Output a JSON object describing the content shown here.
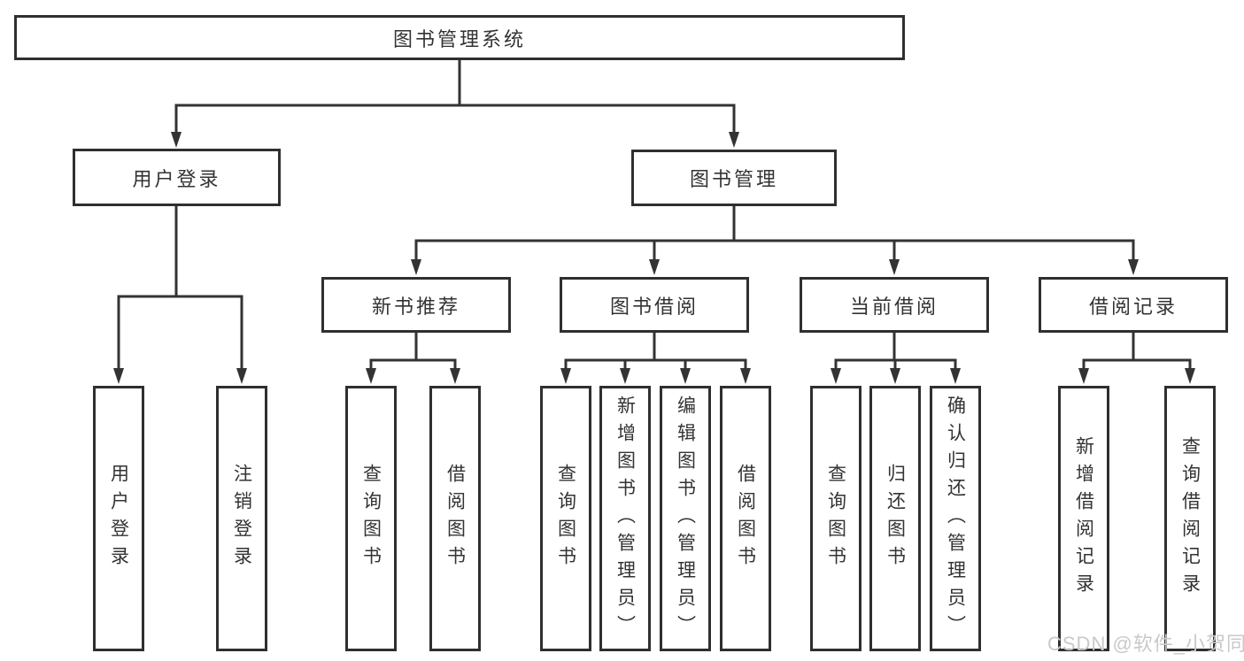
{
  "colors": {
    "background": "#ffffff",
    "line_color": "#333333",
    "box_border_color": "#2f2f2f",
    "text_color": "#333333",
    "watermark_color": "#c9c9c9"
  },
  "watermark": {
    "text": "CSDN @软件_小贺同学"
  },
  "diagram": {
    "type": "hierarchy-tree",
    "root": {
      "label": "图书管理系统",
      "children": [
        {
          "label": "用户登录",
          "children": [
            {
              "label": "用户登录"
            },
            {
              "label": "注销登录"
            }
          ]
        },
        {
          "label": "图书管理",
          "children": [
            {
              "label": "新书推荐",
              "children": [
                {
                  "label": "查询图书"
                },
                {
                  "label": "借阅图书"
                }
              ]
            },
            {
              "label": "图书借阅",
              "children": [
                {
                  "label": "查询图书"
                },
                {
                  "label": "新增图书（管理员）"
                },
                {
                  "label": "编辑图书（管理员）"
                },
                {
                  "label": "借阅图书"
                }
              ]
            },
            {
              "label": "当前借阅",
              "children": [
                {
                  "label": "查询图书"
                },
                {
                  "label": "归还图书"
                },
                {
                  "label": "确认归还（管理员）"
                }
              ]
            },
            {
              "label": "借阅记录",
              "children": [
                {
                  "label": "新增借阅记录"
                },
                {
                  "label": "查询借阅记录"
                }
              ]
            }
          ]
        }
      ]
    }
  }
}
